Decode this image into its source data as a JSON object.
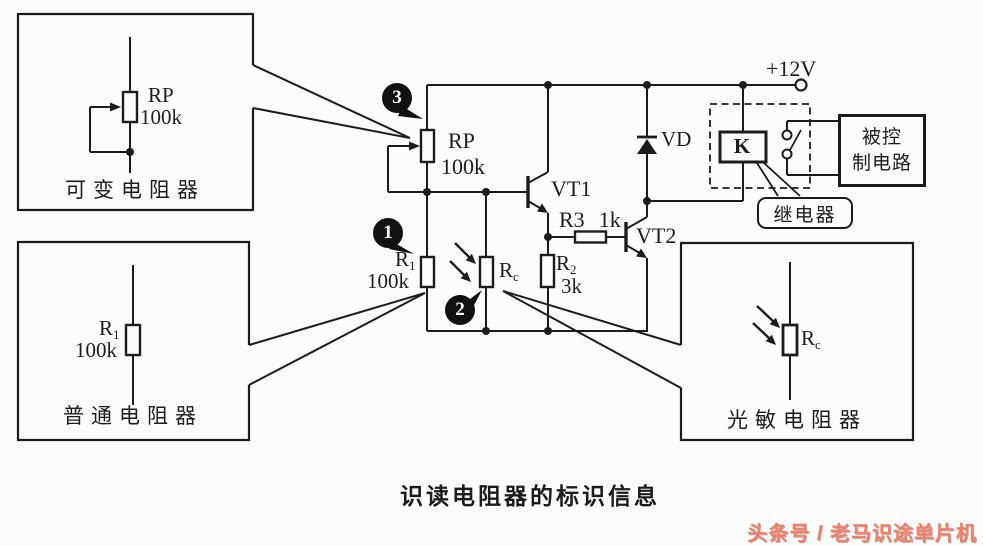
{
  "colors": {
    "ink": "#1d1c1a",
    "paper": "#fcfcfa",
    "watermark": "#e9826f"
  },
  "callout_boxes": {
    "variable": {
      "caption": "可变电阻器",
      "ref": "RP",
      "value": "100k"
    },
    "ordinary": {
      "caption": "普通电阻器",
      "ref": "R",
      "ref_sub": "1",
      "value": "100k"
    },
    "photo": {
      "caption": "光敏电阻器",
      "ref": "R",
      "ref_sub": "c"
    }
  },
  "circuit": {
    "supply_label": "+12V",
    "rp": {
      "ref": "RP",
      "value": "100k"
    },
    "r1": {
      "ref": "R",
      "sub": "1",
      "value": "100k"
    },
    "rc": {
      "ref": "R",
      "sub": "c"
    },
    "r2": {
      "ref": "R",
      "sub": "2",
      "value": "3k"
    },
    "r3": {
      "ref": "R3",
      "value": "1k"
    },
    "vt1": {
      "ref": "VT1"
    },
    "vt2": {
      "ref": "VT2"
    },
    "vd": {
      "ref": "VD"
    },
    "relay": {
      "coil": "K",
      "label": "继电器"
    },
    "controlled": {
      "line1": "被控",
      "line2": "制电路"
    }
  },
  "badges": {
    "step1": "1",
    "step2": "2",
    "step3": "3"
  },
  "caption": "识读电阻器的标识信息",
  "watermark": "头条号 / 老马识途单片机"
}
